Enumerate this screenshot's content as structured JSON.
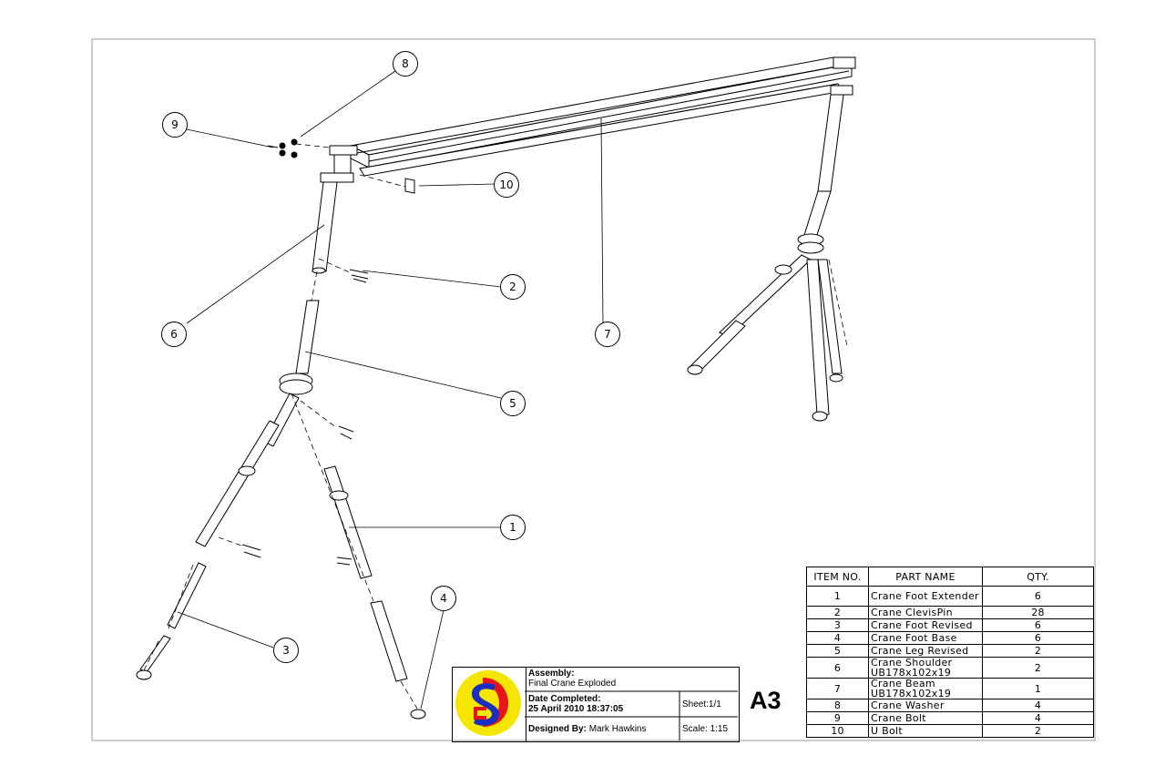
{
  "bom": {
    "headers": [
      "ITEM NO.",
      "PART NAME",
      "QTY."
    ],
    "rows": [
      {
        "item": "1",
        "name": "Crane Foot Extender",
        "qty": "6"
      },
      {
        "item": "2",
        "name": "Crane ClevisPin",
        "qty": "28"
      },
      {
        "item": "3",
        "name": "Crane Foot Revised",
        "qty": "6"
      },
      {
        "item": "4",
        "name": "Crane Foot Base",
        "qty": "6"
      },
      {
        "item": "5",
        "name": "Crane Leg Revised",
        "qty": "2"
      },
      {
        "item": "6",
        "name": "Crane Shoulder UB178x102x19",
        "qty": "2"
      },
      {
        "item": "7",
        "name": "Crane Beam UB178x102x19",
        "qty": "1"
      },
      {
        "item": "8",
        "name": "Crane Washer",
        "qty": "4"
      },
      {
        "item": "9",
        "name": "Crane Bolt",
        "qty": "4"
      },
      {
        "item": "10",
        "name": "U Bolt",
        "qty": "2"
      }
    ]
  },
  "title_block": {
    "assembly_label": "Assembly:",
    "assembly_value": "Final Crane Exploded",
    "date_label": "Date Completed:",
    "date_value": "25 April 2010 18:37:05",
    "sheet": "Sheet:1/1",
    "designer_label": "Designed By:",
    "designer_value": "Mark Hawkins",
    "scale": "Scale: 1:15",
    "size": "A3"
  },
  "balloons": [
    "1",
    "2",
    "3",
    "4",
    "5",
    "6",
    "7",
    "8",
    "9",
    "10"
  ],
  "colors": {
    "logo_yellow": "#f5e600",
    "logo_red": "#e8141c",
    "logo_blue": "#1a2fbf",
    "line": "#000000"
  }
}
